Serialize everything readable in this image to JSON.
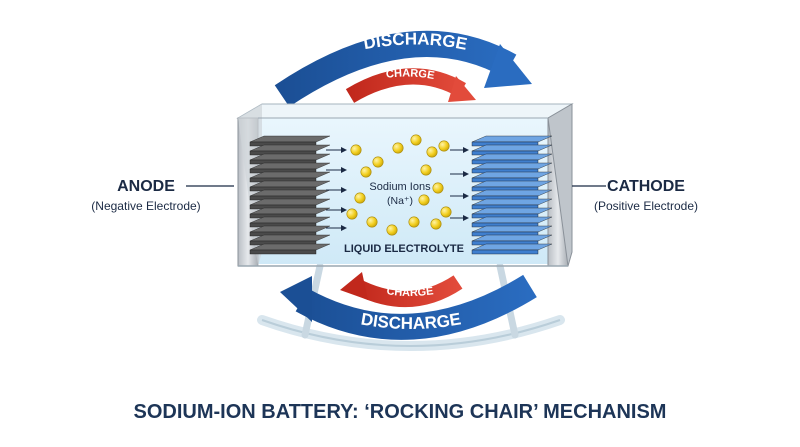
{
  "title": "SODIUM-ION BATTERY: ‘ROCKING CHAIR’ MECHANISM",
  "arrows": {
    "top_outer": "DISCHARGE",
    "top_inner": "CHARGE",
    "bottom_inner": "CHARGE",
    "bottom_outer": "DISCHARGE"
  },
  "anode": {
    "name": "ANODE",
    "subtitle": "(Negative Electrode)"
  },
  "cathode": {
    "name": "CATHODE",
    "subtitle": "(Positive Electrode)"
  },
  "ions": {
    "label_line1": "Sodium Ions",
    "label_line2": "(Na⁺)"
  },
  "electrolyte": "LIQUID ELECTROLYTE",
  "colors": {
    "discharge_blue": "#1f5fae",
    "charge_red": "#d23a2c",
    "anode_gray": "#4a4a4a",
    "cathode_blue": "#3f7fcf",
    "ion_yellow": "#f2cf1f",
    "electrolyte_fill": "#dff1fb",
    "title_navy": "#1d3557"
  }
}
